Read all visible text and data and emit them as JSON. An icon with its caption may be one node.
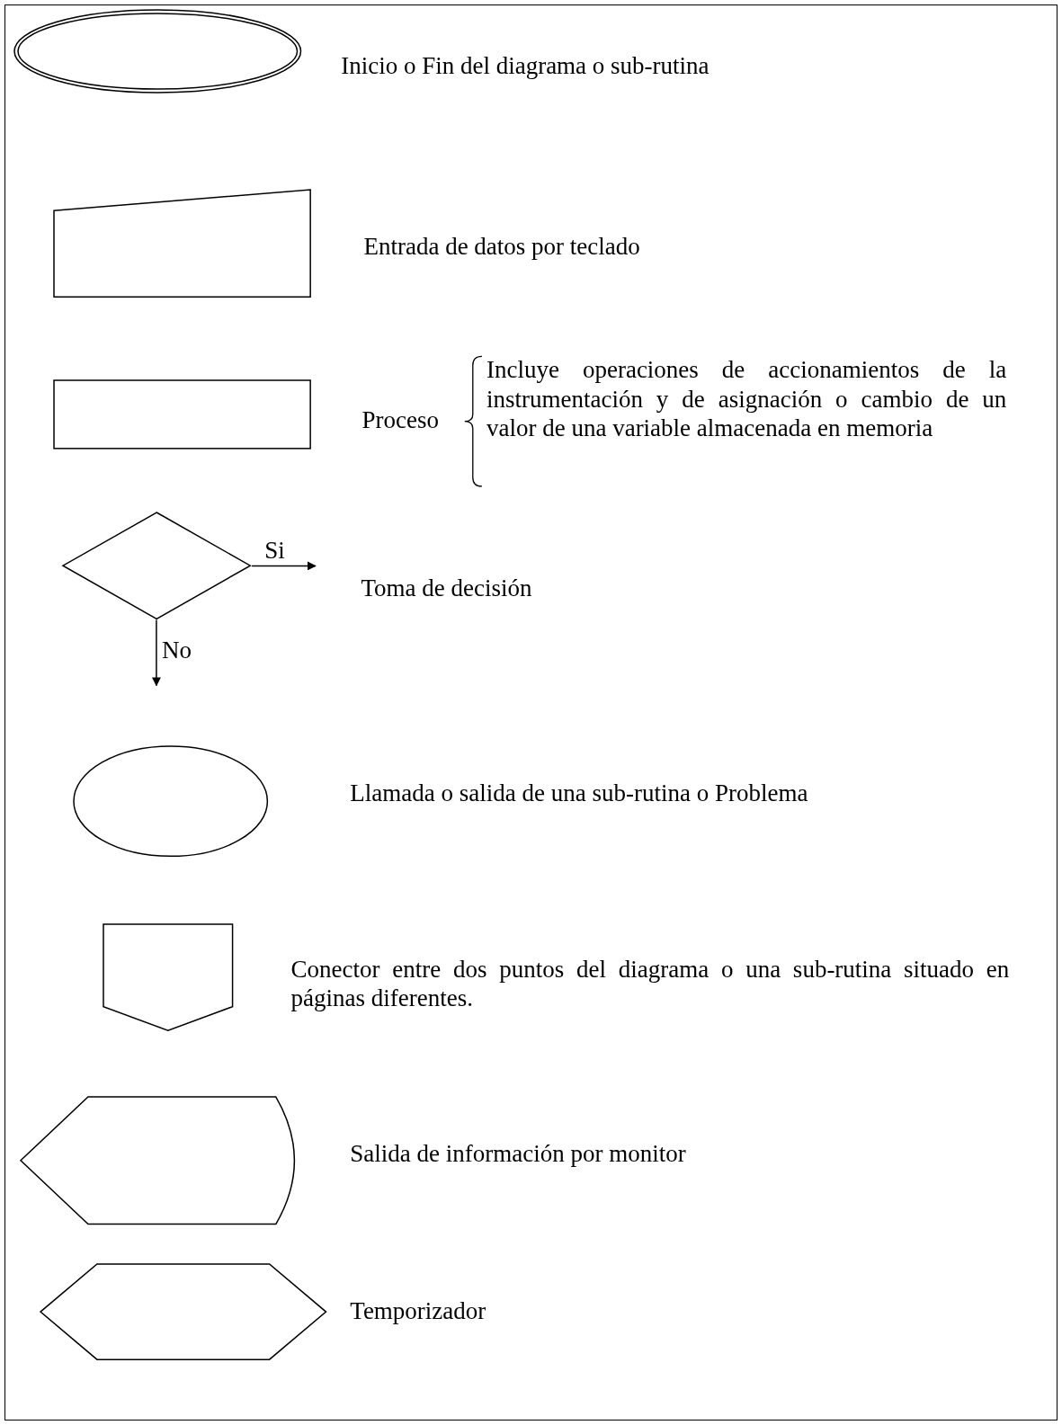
{
  "diagram": {
    "nodes": [
      {
        "text": [],
        "shape": "ellipse",
        "beside": [
          "Inicio o Fin del diagrama o sub-rutina"
        ]
      },
      {
        "text": [],
        "shape": "box",
        "beside": [
          "Entrada de datos por teclado"
        ]
      },
      {
        "text": [],
        "shape": "box",
        "beside": [
          "Proceso",
          "Incluye operaciones de accionamientos de la instrumentación y de asignación o cambio de un valor de una variable almacenada en memoria"
        ]
      },
      {
        "text": [],
        "shape": "diamond"
      },
      {
        "text": [],
        "shape": "ellipse",
        "beside": [
          "Llamada o salida de una sub-rutina o Problema"
        ]
      },
      {
        "text": [],
        "shape": "pentagon",
        "beside": [
          "Conector entre dos puntos del diagrama o una sub-rutina situado en páginas diferentes."
        ]
      },
      {
        "text": [],
        "shape": "display",
        "beside": [
          "Salida de información por monitor"
        ]
      },
      {
        "text": [],
        "shape": "hexagon",
        "beside": [
          "Temporizador"
        ]
      }
    ],
    "edges": [
      {
        "from": 3,
        "to": null,
        "arrow": "to",
        "label": "Si"
      },
      {
        "from": 3,
        "to": null,
        "arrow": "to",
        "label": "No"
      }
    ],
    "labels": [
      "Toma de decisión"
    ]
  }
}
